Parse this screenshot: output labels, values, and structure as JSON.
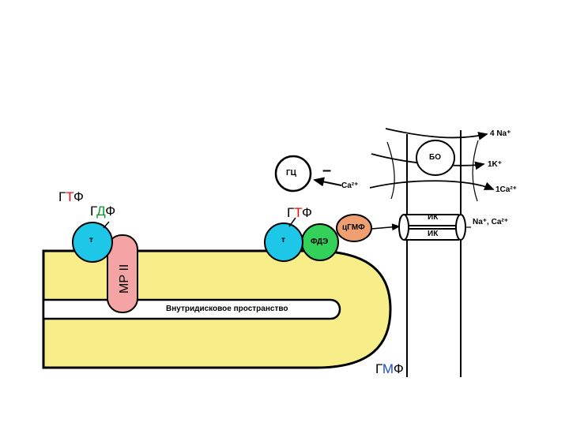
{
  "labels": {
    "gtf_left": {
      "p1": "Г",
      "p2": "Т",
      "p3": "Ф"
    },
    "gdf": {
      "p1": "Г",
      "p2": "Д",
      "p3": "Ф"
    },
    "gtf_right": {
      "p1": "Г",
      "p2": "Т",
      "p3": "Ф"
    },
    "gmf": {
      "p1": "Г",
      "p2": "М",
      "p3": "Ф"
    },
    "t_left": "т",
    "t_right": "т",
    "mp": "МР II",
    "fde": "ФДЭ",
    "cgmf": "цГМФ",
    "gc": "ГЦ",
    "minus": "–",
    "ca_gc": "Ca²⁺",
    "bo": "БО",
    "na4": "4 Na⁺",
    "k1": "1K⁺",
    "ca1": "1Ca²⁺",
    "ik_top": "ИК",
    "ik_bottom": "ИК",
    "na_ca": "Na⁺, Ca²⁺",
    "intradisk": "Внутридисковое пространство"
  },
  "colors": {
    "disk_fill": "#f7ee8a",
    "transducin": "#1ec6e8",
    "fde": "#33d15a",
    "cgmf": "#f0a070",
    "rhodopsin": "#f4a4a4",
    "red_letter": "#e01010",
    "green_letter": "#0a9a2a",
    "blue_letter": "#1a4ad0"
  }
}
